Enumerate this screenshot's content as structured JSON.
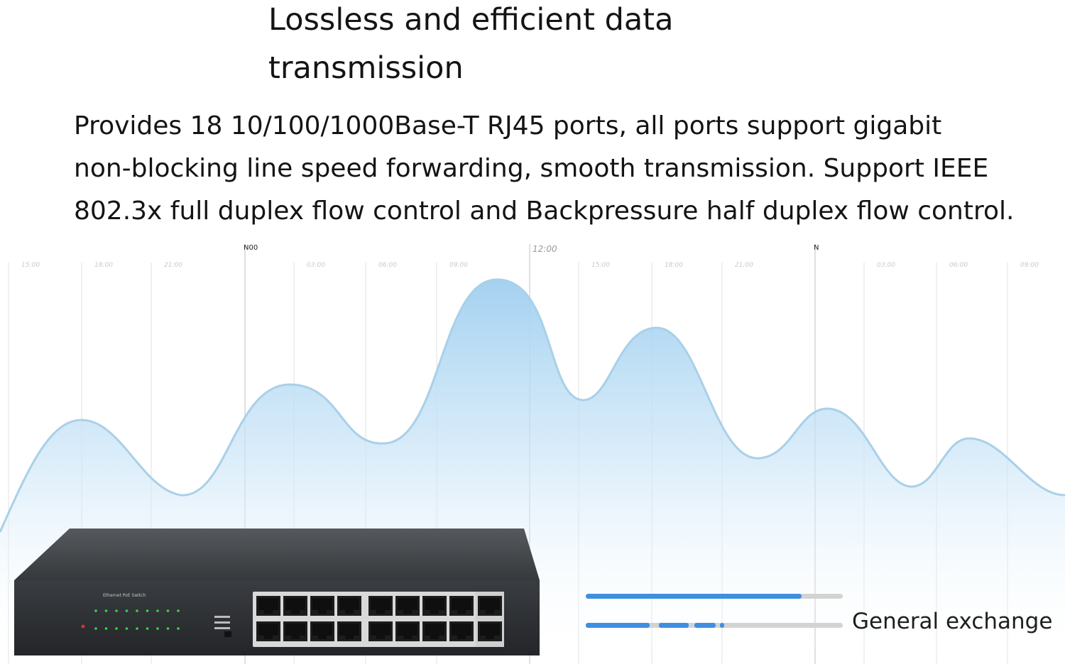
{
  "heading": {
    "line1": "Lossless and efficient data",
    "line2": "transmission"
  },
  "description": {
    "line1": "Provides 18 10/100/1000Base-T RJ45 ports, all ports support gigabit",
    "line2": "non-blocking line speed forwarding, smooth transmission. Support IEEE",
    "line3": "802.3x full duplex flow control and Backpressure half duplex flow control."
  },
  "timeline": {
    "major_labels": [
      "N00",
      "12:00",
      "N"
    ],
    "minor_labels": [
      "15:00",
      "18:00",
      "21:00",
      "03:00",
      "06:00",
      "09:00",
      "15:00",
      "18:00",
      "21:00",
      "03:00",
      "06:00",
      "09:00"
    ]
  },
  "legend": {
    "caption": "General exchange",
    "bar_full_fill": 0.84,
    "bar_dashed_fill": 0.54
  },
  "colors": {
    "wave_line": "#a9d0e8",
    "wave_fill_top": "#9fcff0",
    "wave_fill_bottom": "#ffffff",
    "bar_blue": "#3f8fe0",
    "bar_track": "#d3d3d3",
    "switch_body": "#2c2e31",
    "switch_top": "#44474b"
  },
  "device": {
    "label": "Ethernet PoE Switch",
    "port_count": 18
  }
}
